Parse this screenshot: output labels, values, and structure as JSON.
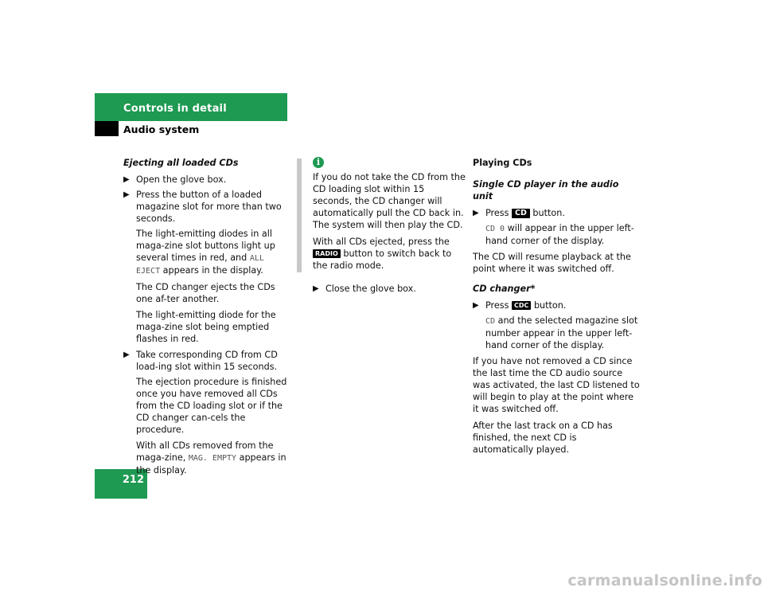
{
  "header": {
    "title": "Controls in detail",
    "subtitle": "Audio system",
    "page_number": "212"
  },
  "col1": {
    "heading": "Ejecting all loaded CDs",
    "step1": "Open the glove box.",
    "step2": "Press the button of a loaded magazine slot for more than two seconds.",
    "note1_a": "The light-emitting diodes in all maga-zine slot buttons light up several times in red, and ",
    "note1_code": "ALL EJECT",
    "note1_b": " appears in the display.",
    "note2": "The CD changer ejects the CDs one af-ter another.",
    "note3": "The light-emitting diode for the maga-zine slot being emptied flashes in red.",
    "step3": "Take corresponding CD from CD load-ing slot within 15 seconds.",
    "note4": "The ejection procedure is finished once you have removed all CDs from the CD loading slot or if the CD changer can-cels the procedure.",
    "note5_a": "With all CDs removed from the maga-zine, ",
    "note5_code": "MAG. EMPTY",
    "note5_b": " appears in the display."
  },
  "col2": {
    "info_icon": "i",
    "info_p1": "If you do not take the CD from the CD loading slot within 15 seconds, the CD changer will automatically pull the CD back in. The system will then play the CD.",
    "info_p2_a": "With all CDs ejected, press the ",
    "radio_key": "RADIO",
    "info_p2_b": " button to switch back to the radio mode.",
    "step": "Close the glove box."
  },
  "col3": {
    "heading": "Playing CDs",
    "sub1": "Single CD player in the audio unit",
    "step1_a": "Press ",
    "cd_key": "CD",
    "step1_b": " button.",
    "note1_code": "CD 0",
    "note1_b": " will appear in the upper left-hand corner of the display.",
    "para1": "The CD will resume playback at the point where it was switched off.",
    "sub2": "CD changer*",
    "step2_a": "Press ",
    "cdc_key": "CDC",
    "step2_b": " button.",
    "note2_code": "CD",
    "note2_b": " and the selected magazine slot number appear in the upper left-hand corner of the display.",
    "para2": "If you have not removed a CD since the last time the CD audio source was activated, the last CD listened to will begin to play at the point where it was switched off.",
    "para3": "After the last track on a CD has finished, the next CD is automatically played."
  },
  "footer": {
    "watermark": "carmanualsonline.info"
  },
  "icons": {
    "bullet": "arrow-right-icon",
    "info": "info-icon"
  },
  "colors": {
    "accent_green": "#1e9a52",
    "info_bar": "#c8c8c8"
  }
}
